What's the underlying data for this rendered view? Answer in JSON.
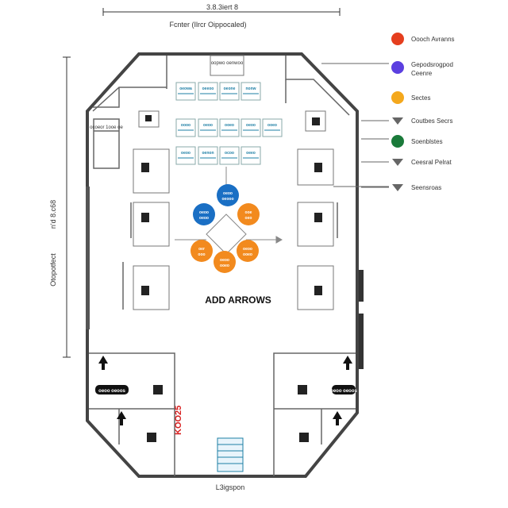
{
  "dimensions": {
    "top_label": "3.8.3iert 8",
    "subtitle": "Fcnter (Ilrcr Oippocaled)",
    "left_label_1": "Otopotfect",
    "left_label_2": "n'd 8.c68",
    "bottom_label": "L3igspon"
  },
  "center_label": "ADD ARROWS",
  "legend": [
    {
      "label": "Oooch Avranns",
      "marker": "circle",
      "color": "#e53e1e"
    },
    {
      "label": "Gepodsrogpod Ceenre",
      "marker": "circle",
      "color": "#5b3fe0"
    },
    {
      "label": "Sectes",
      "marker": "circle",
      "color": "#f4a81d"
    },
    {
      "label": "Coutbes Secrs",
      "marker": "arrow-down",
      "color": "#666666"
    },
    {
      "label": "Soenblstes",
      "marker": "circle",
      "color": "#1a7a3a"
    },
    {
      "label": "Ceesral Pelrat",
      "marker": "arrow-down",
      "color": "#666666"
    },
    {
      "label": "Seensroas",
      "marker": "arrow-down",
      "color": "#666666"
    }
  ],
  "top_box_label": "oopwo oenwoo",
  "booths_row1": [
    "oeowa",
    "oeeoo",
    "oeone",
    "nonw"
  ],
  "booths_row2": [
    "oooo",
    "oeoo",
    "ooeo",
    "oeoo",
    "ooeo"
  ],
  "booths_row3": [
    "oeoo",
    "oenon",
    "ocoo",
    "oeeo"
  ],
  "left_panel_label": "ocoeor 1ooe oe",
  "central_circles": [
    {
      "label": "oeoo oeooo",
      "color": "#1a6fc4"
    },
    {
      "label": "oeoo oeoo",
      "color": "#1a6fc4"
    },
    {
      "label": "ooe oeo",
      "color": "#f28a1e"
    },
    {
      "label": "oer ooo",
      "color": "#f28a1e"
    },
    {
      "label": "oeoo ooeo",
      "color": "#f28a1e"
    },
    {
      "label": "oeoo ooeo",
      "color": "#f28a1e"
    }
  ],
  "red_label": "KOO25",
  "bottom_left_badge": "oeoo oeoos",
  "bottom_right_badge": "oeoo oeoos"
}
